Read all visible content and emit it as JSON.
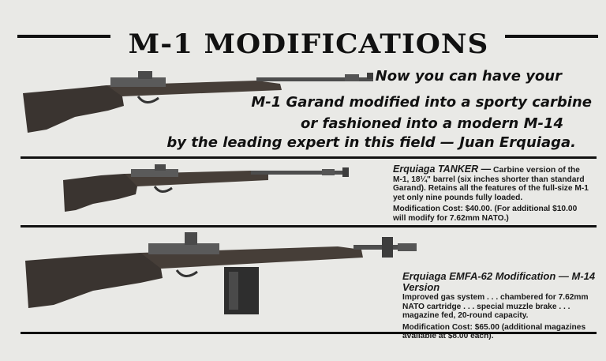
{
  "title": "M-1 MODIFICATIONS",
  "tagline": {
    "line1": "Now you can have your",
    "line2": "M-1 Garand modified into a sporty carbine",
    "line3": "or fashioned into a modern M-14",
    "line4": "by the leading expert in this field — Juan Erquiaga."
  },
  "tanker": {
    "name": "Erquiaga TANKER —",
    "subtitle": "Carbine version",
    "body": "of the M-1, 18¼\" barrel (six inches shorter than standard Garand). Retains all the features of the full-size M-1 yet only nine pounds fully loaded.",
    "cost_label": "Modification Cost:",
    "cost_value": "$40.00. (For additional $10.00 will modify for 7.62mm NATO.)"
  },
  "emfa": {
    "name": "Erquiaga EMFA-62 Modification — M-14 Version",
    "body": "Improved gas system . . . chambered for 7.62mm NATO cartridge . . . special muzzle brake . . . magazine fed, 20-round capacity.",
    "cost_label": "Modification Cost:",
    "cost_value": "$65.00 (additional magazines available at $8.00 each)."
  },
  "colors": {
    "paper": "#e9e9e6",
    "ink": "#111111",
    "wood": "#3a3430",
    "steel": "#555555"
  }
}
